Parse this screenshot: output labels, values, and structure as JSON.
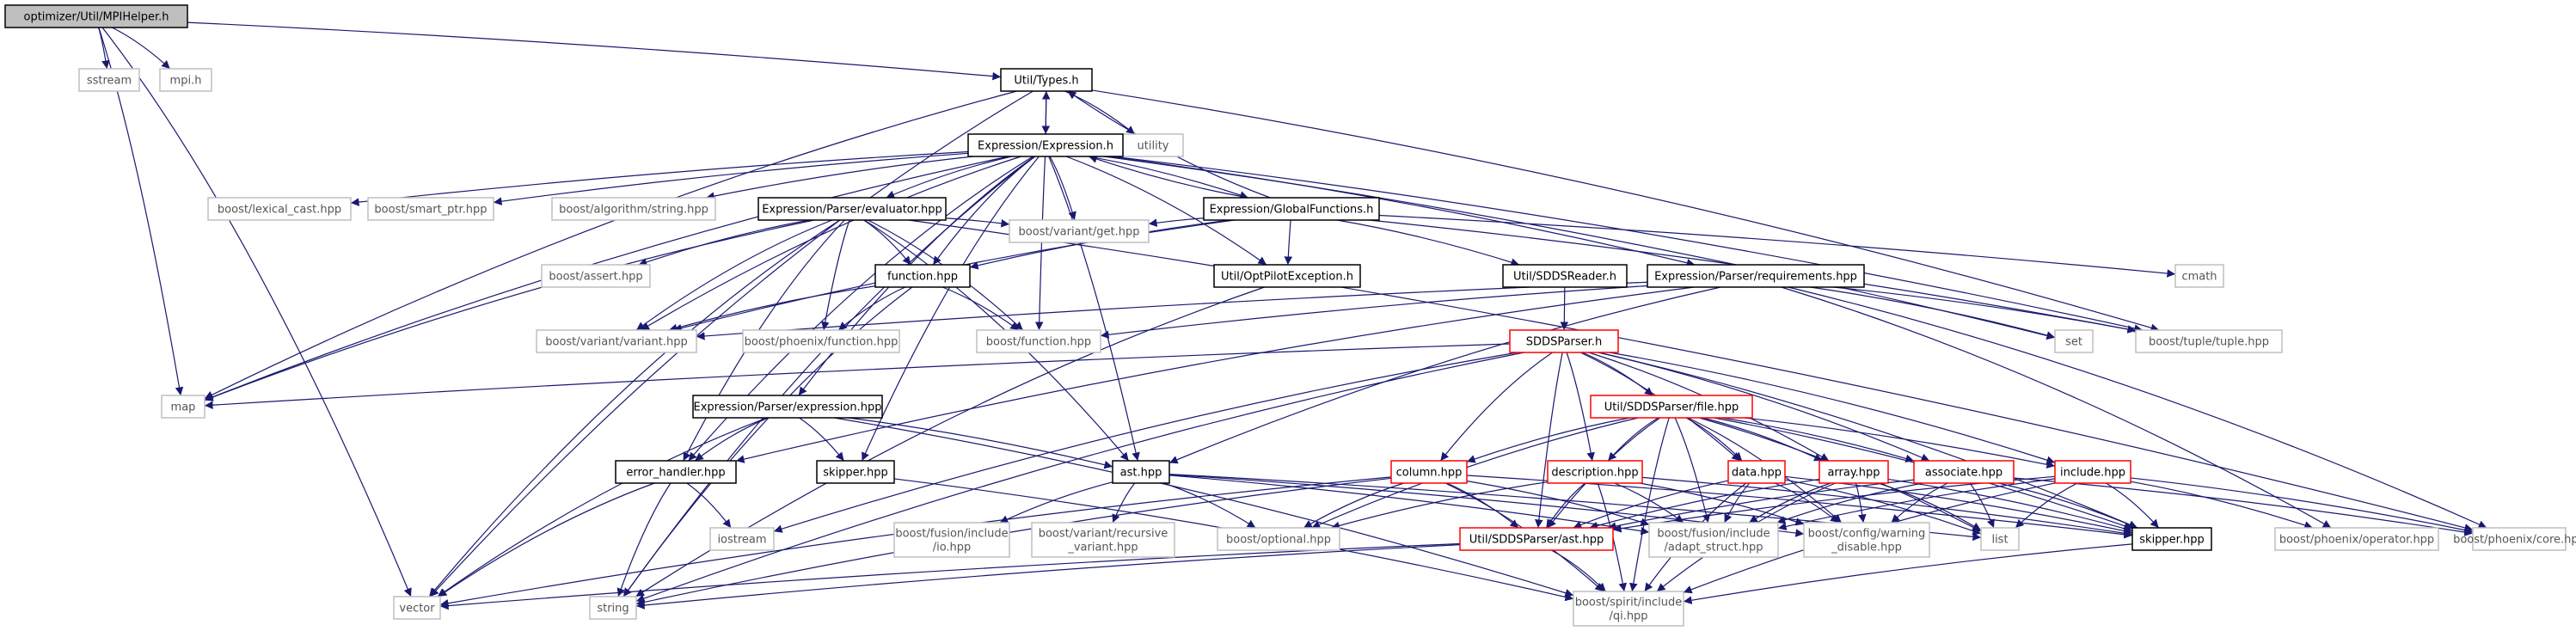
{
  "colors": {
    "root_fill": "#bfbfbf",
    "node_fill": "#ffffff",
    "node_border": "#000000",
    "leaf_border": "#bfbfbf",
    "truncated_border": "#ff0000",
    "text": "#000000",
    "leaf_text": "#555555",
    "edge": "#191970"
  },
  "nodes": [
    {
      "id": "mpihelper",
      "label": "optimizer/Util/MPIHelper.h",
      "kind": "root"
    },
    {
      "id": "sstream",
      "label": "sstream",
      "kind": "leaf"
    },
    {
      "id": "mpi",
      "label": "mpi.h",
      "kind": "leaf"
    },
    {
      "id": "types",
      "label": "Util/Types.h",
      "kind": "node"
    },
    {
      "id": "utility",
      "label": "utility",
      "kind": "leaf"
    },
    {
      "id": "expression",
      "label": "Expression/Expression.h",
      "kind": "node"
    },
    {
      "id": "lexical",
      "label": "boost/lexical_cast.hpp",
      "kind": "leaf"
    },
    {
      "id": "smartptr",
      "label": "boost/smart_ptr.hpp",
      "kind": "leaf"
    },
    {
      "id": "algostring",
      "label": "boost/algorithm/string.hpp",
      "kind": "leaf"
    },
    {
      "id": "evaluator",
      "label": "Expression/Parser/evaluator.hpp",
      "kind": "node"
    },
    {
      "id": "variantget",
      "label": "boost/variant/get.hpp",
      "kind": "leaf"
    },
    {
      "id": "globalfunc",
      "label": "Expression/GlobalFunctions.h",
      "kind": "node"
    },
    {
      "id": "cmath",
      "label": "cmath",
      "kind": "leaf"
    },
    {
      "id": "boostassert",
      "label": "boost/assert.hpp",
      "kind": "leaf"
    },
    {
      "id": "functionhpp",
      "label": "function.hpp",
      "kind": "node"
    },
    {
      "id": "optpilotexc",
      "label": "Util/OptPilotException.h",
      "kind": "node"
    },
    {
      "id": "sddsreader",
      "label": "Util/SDDSReader.h",
      "kind": "node"
    },
    {
      "id": "requirements",
      "label": "Expression/Parser/requirements.hpp",
      "kind": "node"
    },
    {
      "id": "variant",
      "label": "boost/variant/variant.hpp",
      "kind": "leaf"
    },
    {
      "id": "phoenixfunc",
      "label": "boost/phoenix/function.hpp",
      "kind": "leaf"
    },
    {
      "id": "boostfunction",
      "label": "boost/function.hpp",
      "kind": "leaf"
    },
    {
      "id": "set",
      "label": "set",
      "kind": "leaf"
    },
    {
      "id": "tuple",
      "label": "boost/tuple/tuple.hpp",
      "kind": "leaf"
    },
    {
      "id": "sddsparser",
      "label": "SDDSParser.h",
      "kind": "truncated"
    },
    {
      "id": "map",
      "label": "map",
      "kind": "leaf"
    },
    {
      "id": "sddsfile",
      "label": "Util/SDDSParser/file.hpp",
      "kind": "truncated"
    },
    {
      "id": "parserexpr",
      "label": "Expression/Parser/expression.hpp",
      "kind": "node"
    },
    {
      "id": "errorhandler",
      "label": "error_handler.hpp",
      "kind": "node"
    },
    {
      "id": "skipper1",
      "label": "skipper.hpp",
      "kind": "node"
    },
    {
      "id": "asthpp",
      "label": "ast.hpp",
      "kind": "node"
    },
    {
      "id": "column",
      "label": "column.hpp",
      "kind": "truncated"
    },
    {
      "id": "description",
      "label": "description.hpp",
      "kind": "truncated"
    },
    {
      "id": "datahpp",
      "label": "data.hpp",
      "kind": "truncated"
    },
    {
      "id": "arrayhpp",
      "label": "array.hpp",
      "kind": "truncated"
    },
    {
      "id": "associate",
      "label": "associate.hpp",
      "kind": "truncated"
    },
    {
      "id": "includehpp",
      "label": "include.hpp",
      "kind": "truncated"
    },
    {
      "id": "iostream",
      "label": "iostream",
      "kind": "leaf"
    },
    {
      "id": "fusionio",
      "label": [
        "boost/fusion/include",
        "/io.hpp"
      ],
      "kind": "leaf"
    },
    {
      "id": "recursive",
      "label": [
        "boost/variant/recursive",
        "_variant.hpp"
      ],
      "kind": "leaf"
    },
    {
      "id": "optional",
      "label": "boost/optional.hpp",
      "kind": "leaf"
    },
    {
      "id": "sddsast",
      "label": "Util/SDDSParser/ast.hpp",
      "kind": "truncated"
    },
    {
      "id": "adapt",
      "label": [
        "boost/fusion/include",
        "/adapt_struct.hpp"
      ],
      "kind": "leaf"
    },
    {
      "id": "warning",
      "label": [
        "boost/config/warning",
        "_disable.hpp"
      ],
      "kind": "leaf"
    },
    {
      "id": "list",
      "label": "list",
      "kind": "leaf"
    },
    {
      "id": "skipper2",
      "label": "skipper.hpp",
      "kind": "node"
    },
    {
      "id": "phoenixop",
      "label": "boost/phoenix/operator.hpp",
      "kind": "leaf"
    },
    {
      "id": "phoenixcore",
      "label": "boost/phoenix/core.hpp",
      "kind": "leaf"
    },
    {
      "id": "vector",
      "label": "vector",
      "kind": "leaf"
    },
    {
      "id": "string",
      "label": "string",
      "kind": "leaf"
    },
    {
      "id": "qi",
      "label": [
        "boost/spirit/include",
        "/qi.hpp"
      ],
      "kind": "leaf"
    }
  ]
}
